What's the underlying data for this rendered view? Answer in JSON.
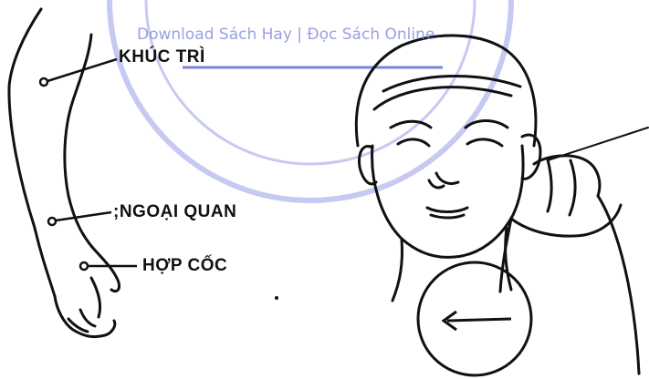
{
  "watermark": {
    "text": "Download Sách Hay | Đọc Sách Online",
    "color": "#8a8fe0"
  },
  "acupoints": {
    "khuc_tri": "KHÚC TRÌ",
    "ngoai_quan": ";NGOẠI QUAN",
    "hop_coc": "HỢP CỐC"
  },
  "colors": {
    "ink": "#111111",
    "watermark": "#8a8fe0"
  }
}
